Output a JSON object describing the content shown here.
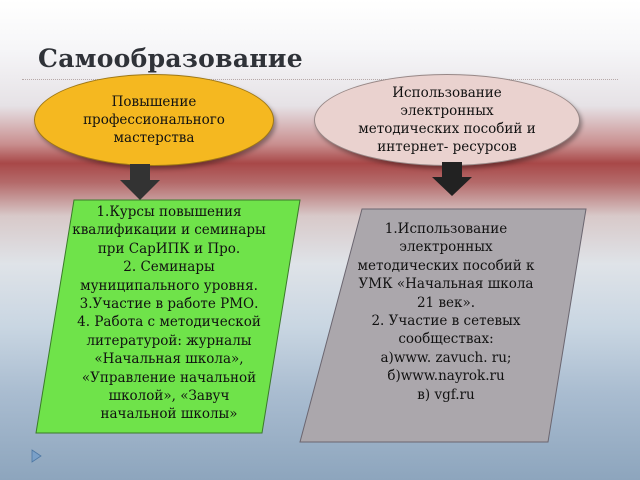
{
  "title": "Самообразование",
  "colors": {
    "left_ellipse": "#f5b820",
    "right_ellipse": "#ead2cf",
    "left_box": "#6fe34a",
    "right_box": "#aba7ac",
    "arrow": "#333333"
  },
  "left": {
    "ellipse_text": "Повышение\nпрофессионального\nмастерства",
    "box_text": "1.Курсы  повышения\nквалификации и  семинары\nпри СарИПК и Про.\n2. Семинары\nмуниципального уровня.\n3.Участие в работе РМО.\n4. Работа  с  методической\nлитературой: журналы\n«Начальная школа»,\n«Управление  начальной\nшколой», «Завуч\nначальной  школы»"
  },
  "right": {
    "ellipse_text": "Использование\nэлектронных\nметодических пособий и\nинтернет-  ресурсов",
    "box_text": "1.Использование\nэлектронных\nметодических пособий к\nУМК «Начальная  школа\n21 век».\n2. Участие в сетевых\nсообществах:\nа)www. zavuch. ru;\nб)www.nayrok.ru\nв) vgf.ru"
  }
}
